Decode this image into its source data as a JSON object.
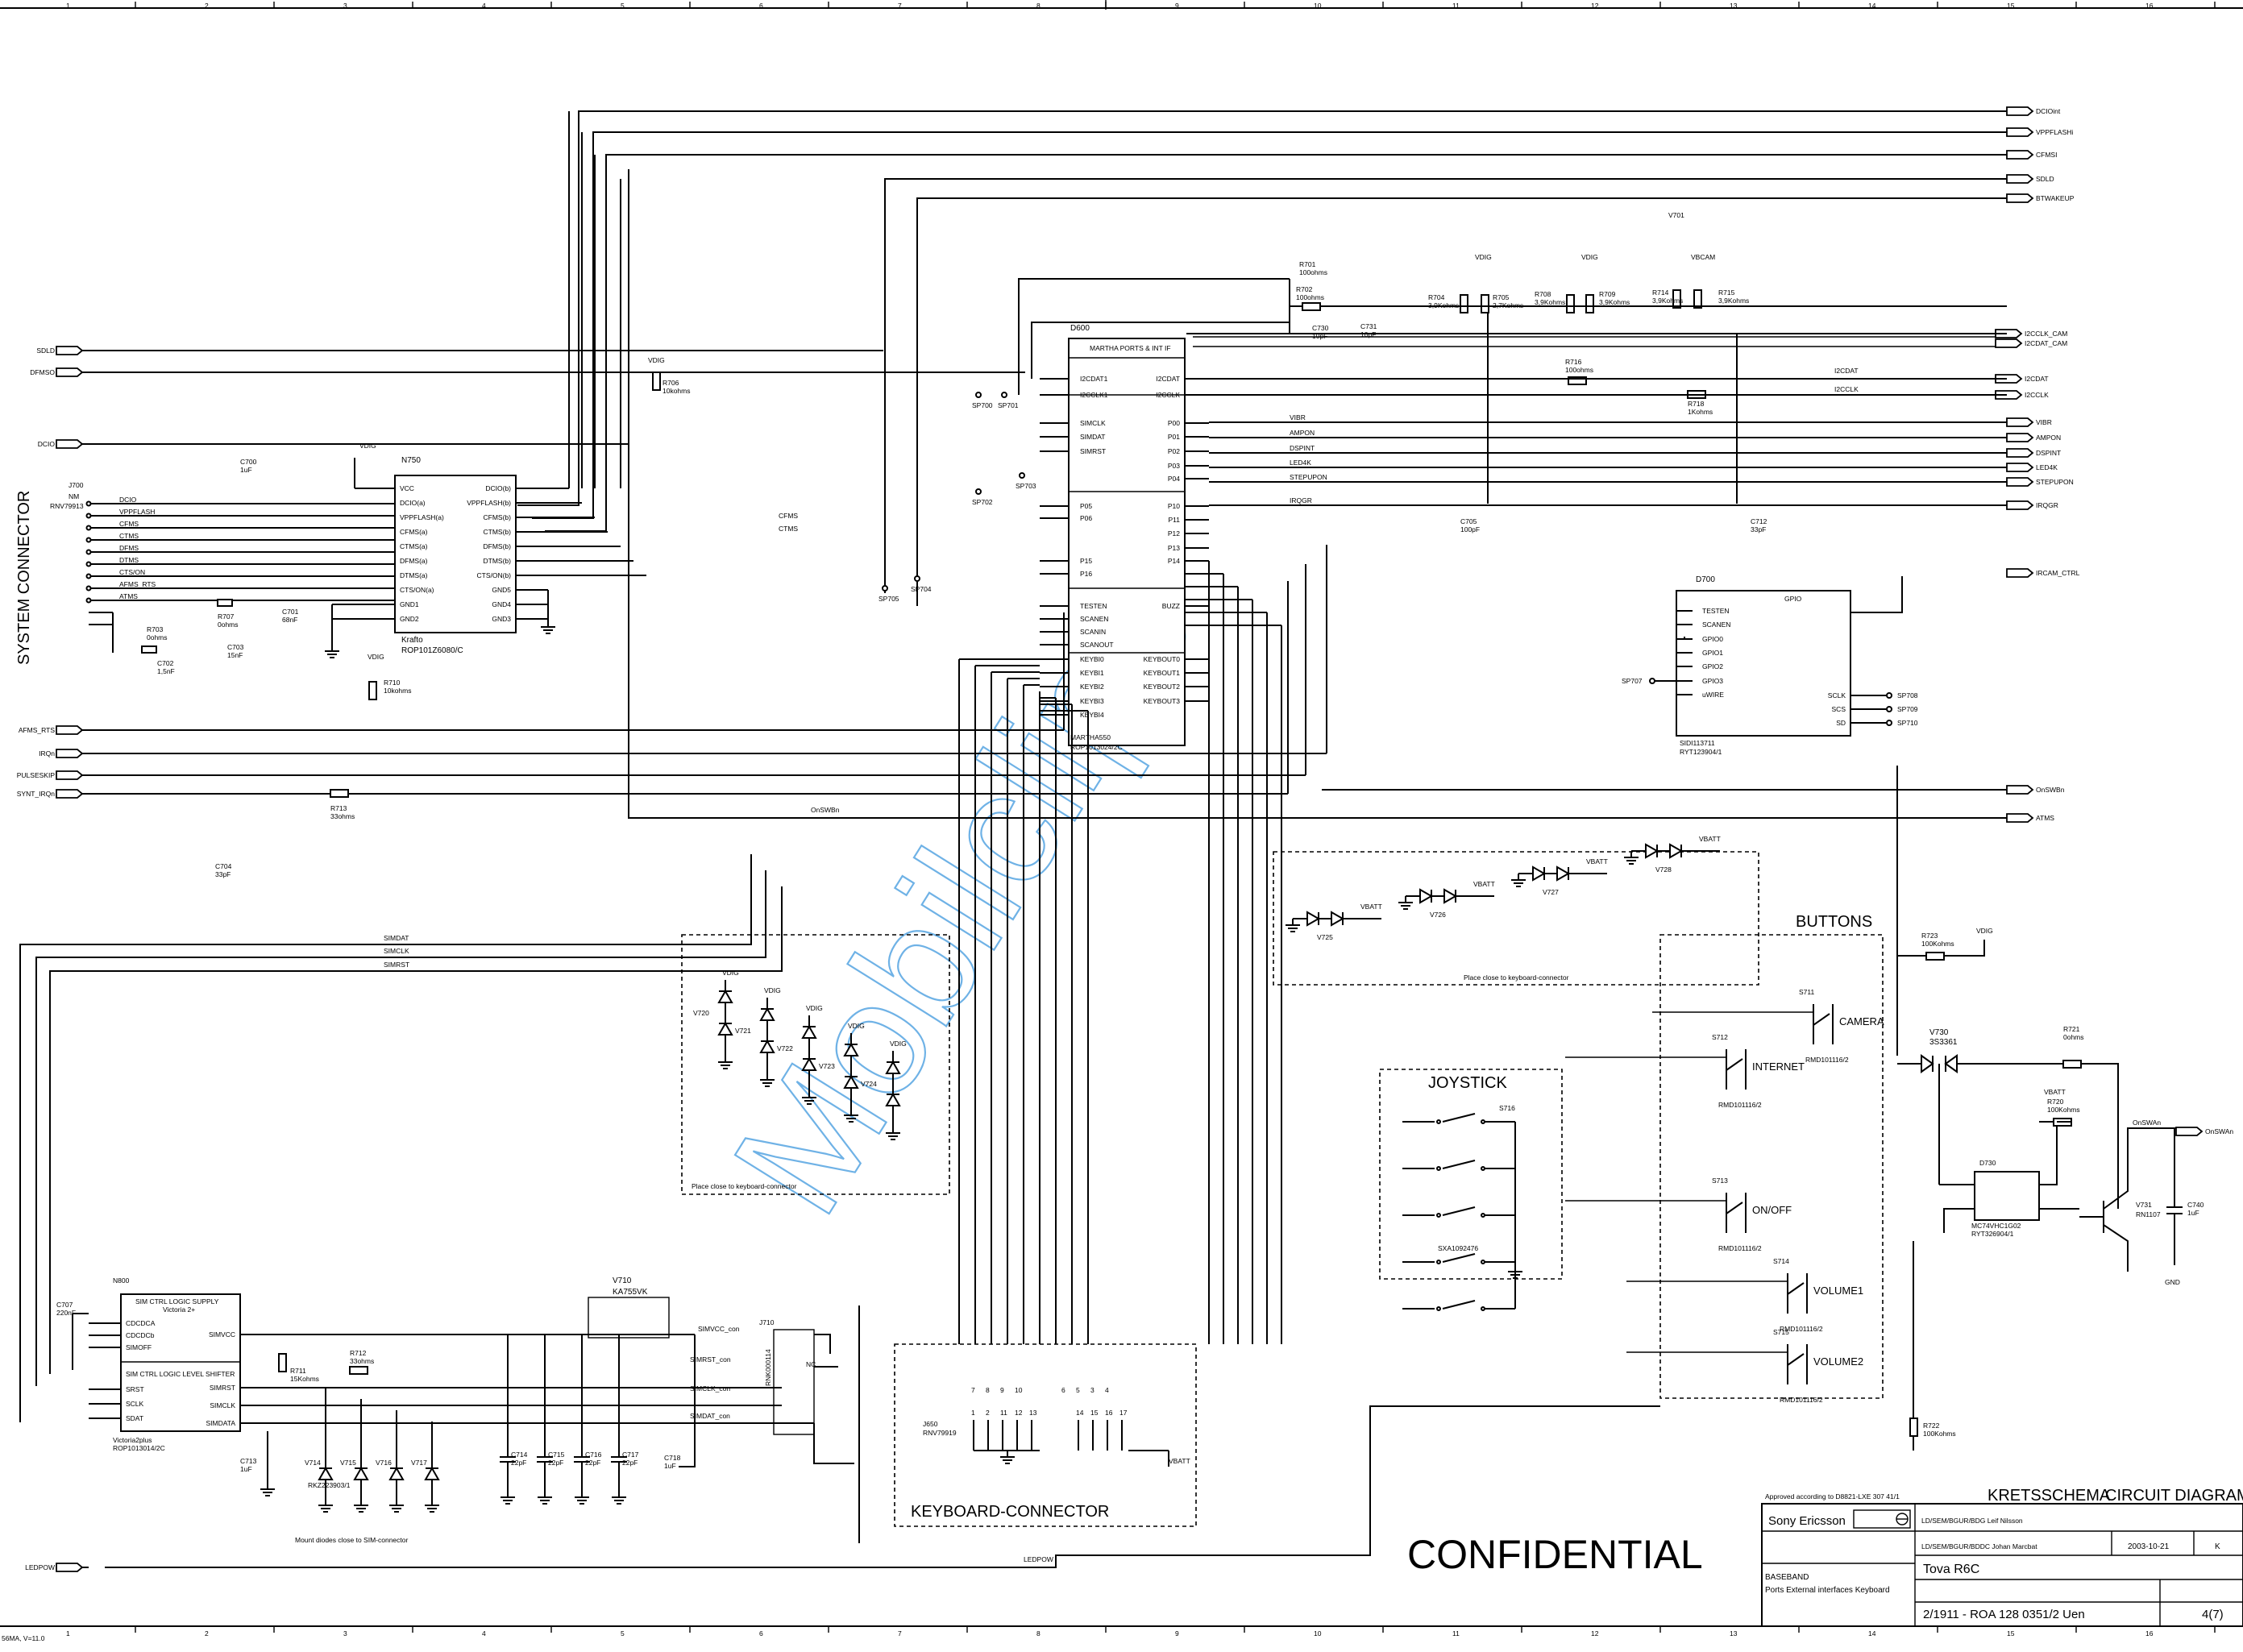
{
  "title": "SYSTEM CONNECTOR",
  "watermark": "Mobilclips",
  "confidential": "CONFIDENTIAL",
  "border_numbers": [
    "1",
    "2",
    "3",
    "4",
    "5",
    "6",
    "7",
    "8",
    "9",
    "10",
    "11",
    "12",
    "13",
    "14",
    "15",
    "16"
  ],
  "signals_right": [
    "DCIOint",
    "VPPFLASHi",
    "CFMSI",
    "SDLD",
    "BTWAKEUP",
    "I2CCLK_CAM",
    "I2CDAT_CAM",
    "I2CDAT",
    "I2CCLK",
    "VIBR",
    "AMPON",
    "DSPINT",
    "LED4K",
    "STEPUPON",
    "IRQGR",
    "IRCAM_CTRL",
    "OnSWBn",
    "ATMS",
    "OnSWAn"
  ],
  "signals_left": [
    "SDLD",
    "DFMSO",
    "DCIO",
    "AFMS_RTS",
    "IRQn",
    "PULSESKIP",
    "SYNT_IRQn",
    "LEDPOW"
  ],
  "j700": {
    "ref": "J700",
    "sub": "NM",
    "part": "RNV79913",
    "pins": [
      "DCIO",
      "VPPFLASH",
      "CFMS",
      "CTMS",
      "DFMS",
      "DTMS",
      "CTS/ON",
      "AFMS_RTS",
      "ATMS"
    ]
  },
  "n750": {
    "ref": "N750",
    "name": "Krafto",
    "part": "ROP101Z6080/C",
    "left_pins": [
      "VCC",
      "DCIO(a)",
      "VPPFLASH(a)",
      "CFMS(a)",
      "CTMS(a)",
      "DFMS(a)",
      "DTMS(a)",
      "CTS/ON(a)",
      "GND1",
      "GND2"
    ],
    "right_pins": [
      "DCIO(b)",
      "VPPFLASH(b)",
      "CFMS(b)",
      "CTMS(b)",
      "DFMS(b)",
      "DTMS(b)",
      "CTS/ON(b)",
      "GND5",
      "GND4",
      "GND3"
    ]
  },
  "d600": {
    "ref": "D600",
    "header": "MARTHA PORTS & INT IF",
    "name": "MARTHA550",
    "part": "ROP1013024/2C",
    "left_pins": [
      "I2CDAT1",
      "I2CCLK1",
      "SIMCLK",
      "SIMDAT",
      "SIMRST",
      "P05",
      "P06",
      "P15",
      "P16",
      "TESTEN",
      "SCANEN",
      "SCANIN",
      "SCANOUT",
      "KEYBI0",
      "KEYBI1",
      "KEYBI2",
      "KEYBI3",
      "KEYBI4"
    ],
    "right_pins": [
      "I2CDAT",
      "I2CCLK",
      "P00",
      "P01",
      "P02",
      "P03",
      "P04",
      "P10",
      "P11",
      "P12",
      "P13",
      "P14",
      "BUZZ",
      "KEYBOUT0",
      "KEYBOUT1",
      "KEYBOUT2",
      "KEYBOUT3"
    ],
    "right_nets": [
      "VIBR",
      "AMPON",
      "DSPINT",
      "LED4K",
      "STEPUPON",
      "IRQGR"
    ]
  },
  "d700": {
    "ref": "D700",
    "header": "GPIO",
    "part": "SIDI113711",
    "part2": "RYT123904/1",
    "pins": [
      "TESTEN",
      "SCANEN",
      "GPIO0",
      "GPIO1",
      "GPIO2",
      "GPIO3",
      "uWIRE",
      "SCLK",
      "SCS",
      "SD"
    ]
  },
  "n800": {
    "ref": "N800",
    "block1": "SIM CTRL LOGIC SUPPLY",
    "block1_sub": "Victoria 2+",
    "block2": "SIM CTRL LOGIC LEVEL SHIFTER",
    "name": "Victoria2plus",
    "part": "ROP1013014/2C",
    "pins_l": [
      "CDCDCA",
      "CDCDCb",
      "SIMOFF",
      "SRST",
      "SCLK",
      "SDAT"
    ],
    "pins_r": [
      "SIMVCC",
      "SIMRST",
      "SIMCLK",
      "SIMDATA"
    ]
  },
  "sim_nets": [
    "SIMVCC_con",
    "SIMRST_con",
    "SIMCLK_con",
    "SIMDAT_con"
  ],
  "sim_left_nets": [
    "SIMDAT",
    "SIMCLK",
    "SIMRST"
  ],
  "buttons": {
    "title": "BUTTONS",
    "items": [
      {
        "ref": "S711",
        "label": "CAMERA",
        "part": "RMD101116/2"
      },
      {
        "ref": "S712",
        "label": "INTERNET",
        "part": "RMD101116/2"
      },
      {
        "ref": "S713",
        "label": "ON/OFF",
        "part": "RMD101116/2"
      },
      {
        "ref": "S714",
        "label": "VOLUME1",
        "part": "RMD101116/2"
      },
      {
        "ref": "S715",
        "label": "VOLUME2",
        "part": "RMD101116/2"
      }
    ]
  },
  "joystick": {
    "title": "JOYSTICK",
    "ref": "S716",
    "part": "SXA1092476"
  },
  "keyboard": {
    "title": "KEYBOARD-CONNECTOR",
    "ref": "J650",
    "part": "RNV79919",
    "pins_top": [
      "7",
      "8",
      "9",
      "10",
      "6",
      "5",
      "3",
      "4"
    ],
    "pins_bottom": [
      "1",
      "2",
      "11",
      "12",
      "13",
      "14",
      "15",
      "16",
      "17"
    ]
  },
  "notes": {
    "place1": "Place close to keyboard-connector",
    "place2": "Place close to keyboard-connector",
    "mount": "Mount diodes close to SIM-connector"
  },
  "misc": {
    "onswbn_net": "OnSWBn",
    "ledpow_net": "LEDPOW",
    "nc": "NC",
    "gnd": "GND",
    "vdig": "VDIG",
    "vbatt": "VBATT",
    "vbcam": "VBCAM"
  },
  "components": {
    "r701": "R701",
    "r701v": "100ohms",
    "r702": "R702",
    "r702v": "100ohms",
    "c730": "C730",
    "c730v": "10pF",
    "c731": "C731",
    "c731v": "10pF",
    "r704": "R704",
    "r704v": "3,9Kohms",
    "r705": "R705",
    "r705v": "2,7Kohms",
    "r708": "R708",
    "r708v": "3,9Kohms",
    "r709": "R709",
    "r709v": "3,9Kohms",
    "r714": "R714",
    "r714v": "3,9Kohms",
    "r715": "R715",
    "r715v": "3,9Kohms",
    "v701": "V701",
    "r716": "R716",
    "r716v": "100ohms",
    "r718": "R718",
    "r718v": "1Kohms",
    "c705": "C705",
    "c705v": "100pF",
    "c712": "C712",
    "c712v": "33pF",
    "r706": "R706",
    "r706v": "10kohms",
    "c700": "C700",
    "c700v": "1uF",
    "c701": "C701",
    "c701v": "68nF",
    "r707": "R707",
    "r707v": "0ohms",
    "r703": "R703",
    "r703v": "0ohms",
    "c702": "C702",
    "c702v": "1,5nF",
    "c703": "C703",
    "c703v": "15nF",
    "r710": "R710",
    "r710v": "10kohms",
    "r713": "R713",
    "r713v": "33ohms",
    "c704": "C704",
    "c704v": "33pF",
    "r723": "R723",
    "r723v": "100Kohms",
    "v730": "V730",
    "v730p": "3S3361",
    "r721": "R721",
    "r721v": "0ohms",
    "r720": "R720",
    "r720v": "100Kohms",
    "d730": "D730",
    "d730p": "MC74VHC1G02",
    "d730p2": "RYT326904/1",
    "v731": "V731",
    "v731p": "RN1107",
    "c740": "C740",
    "c740v": "1uF",
    "r722": "R722",
    "r722v": "100Kohms",
    "v720": "V720",
    "v721": "V721",
    "v722": "V722",
    "v723": "V723",
    "v724": "V724",
    "v725": "V725",
    "v726": "V726",
    "v727": "V727",
    "v728": "V728",
    "v710": "V710",
    "v710p": "KA755VK",
    "c707": "C707",
    "c707v": "220nF",
    "r711": "R711",
    "r711v": "15Kohms",
    "r712": "R712",
    "r712v": "33ohms",
    "c713": "C713",
    "c713v": "1uF",
    "c714": "C714",
    "c715": "C715",
    "c716": "C716",
    "c717": "C717",
    "cv": "22pF",
    "c718": "C718",
    "c718v": "1uF",
    "v714": "V714",
    "v715": "V715",
    "v716": "V716",
    "v717": "V717",
    "j710": "J710",
    "j710p": "RNK000114",
    "rk": "RKZ223903/1",
    "sp": [
      "SP705",
      "SP704",
      "SP700",
      "SP701",
      "SP703",
      "SP702",
      "SP707",
      "SP708",
      "SP709",
      "SP710"
    ]
  },
  "titleblock": {
    "approved": "Approved according to D8821-LXE 307 41/1",
    "kind1": "KRETSSCHEMA",
    "kind2": "CIRCUIT DIAGRAM",
    "company": "Sony Ericsson",
    "dept": "LD/SEM/BGUR/BDG Leif Nilsson",
    "responsible": "LD/SEM/BGUR/BDDC Johan Marcbat",
    "date": "2003-10-21",
    "rev": "K",
    "product": "Tova R6C",
    "name1": "BASEBAND",
    "name2": "Ports External interfaces Keyboard",
    "doc_no": "2/1911 - ROA 128 0351/2 Uen",
    "sheet": "4(7)",
    "corner": "56MA, V=11.0"
  }
}
